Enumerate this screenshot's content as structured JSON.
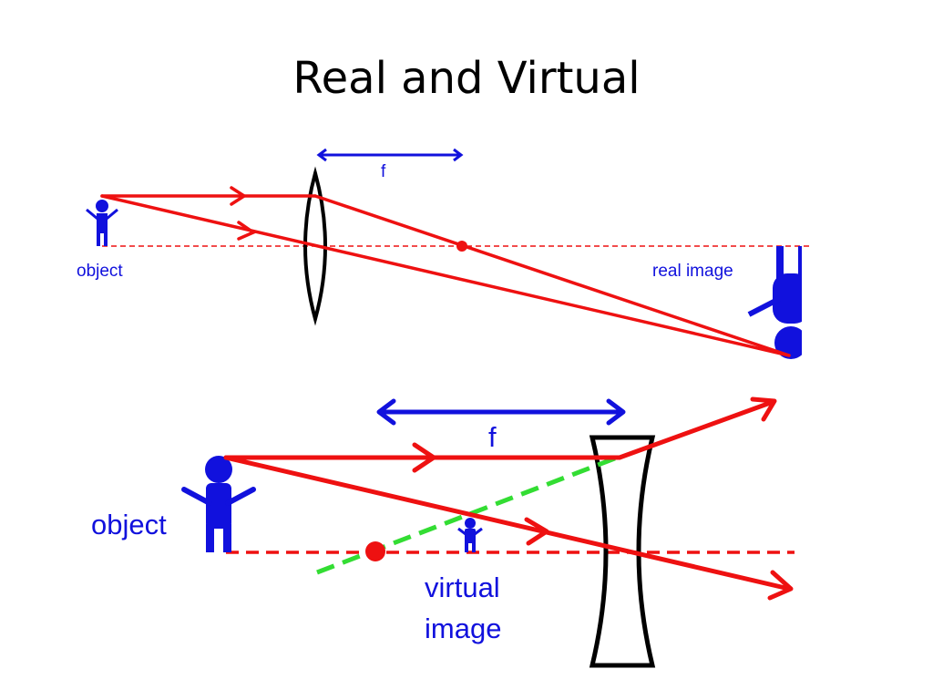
{
  "slide": {
    "title": "Real and Virtual"
  },
  "top_diagram": {
    "focal_label": "f",
    "object_label": "object",
    "image_label": "real image"
  },
  "bottom_diagram": {
    "focal_label": "f",
    "object_label": "object",
    "image_label_line1": "virtual",
    "image_label_line2": "image"
  },
  "colors": {
    "ray": "#ee1111",
    "figure": "#1111dd",
    "construction_line": "#33dd33",
    "lens": "#000000"
  }
}
